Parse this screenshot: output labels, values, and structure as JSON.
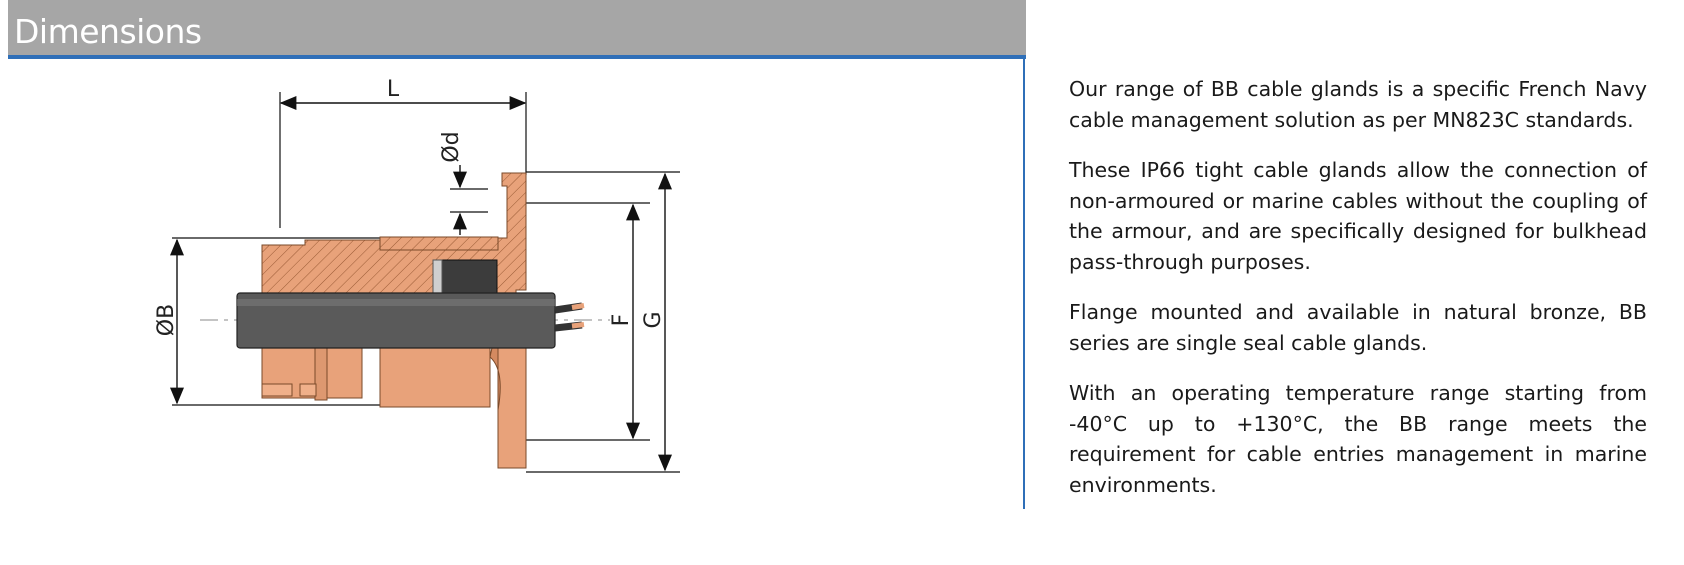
{
  "header": {
    "title": "Dimensions"
  },
  "drawing": {
    "labels": {
      "L": "L",
      "d": "Ød",
      "B": "ØB",
      "F": "F",
      "G": "G"
    }
  },
  "description": {
    "paragraphs": [
      "Our range of BB cable glands is a specific French Navy cable management solution as per MN823C standards.",
      "These IP66 tight cable glands allow the connection of non-armoured or marine cables without the coupling of the armour, and are specifically designed for bulkhead pass-through purposes.",
      "Flange mounted and available in natural bronze, BB series are single seal cable glands.",
      "With an operating temperature range starting from -40°C up to +130°C, the BB range meets the requirement for cable entries management in marine environments."
    ]
  },
  "colors": {
    "header_bg": "#a6a6a6",
    "accent_blue": "#2f6fb8",
    "bronze": "#e8a27a",
    "cable": "#5a5a5a"
  }
}
